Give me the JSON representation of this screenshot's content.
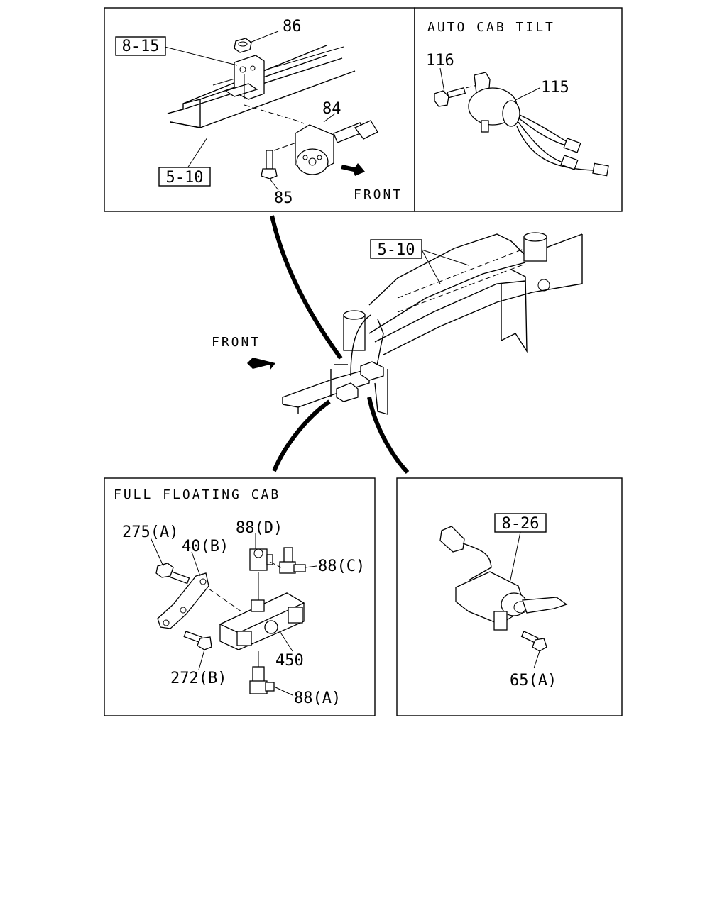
{
  "panels": {
    "top_left": {
      "callouts": {
        "ref_8_15": "8-15",
        "p86": "86",
        "p84": "84",
        "ref_5_10": "5-10",
        "p85": "85"
      },
      "front_label": "FRONT"
    },
    "top_right": {
      "title": "AUTO CAB TILT",
      "callouts": {
        "p116": "116",
        "p115": "115"
      }
    },
    "main": {
      "callouts": {
        "ref_5_10": "5-10"
      },
      "front_label": "FRONT"
    },
    "bottom_left": {
      "title": "FULL FLOATING CAB",
      "callouts": {
        "p275a": "275(A)",
        "p40b": "40(B)",
        "p88d": "88(D)",
        "p88c": "88(C)",
        "p450": "450",
        "p272b": "272(B)",
        "p88a": "88(A)"
      }
    },
    "bottom_right": {
      "callouts": {
        "ref_8_26": "8-26",
        "p65a": "65(A)"
      }
    }
  }
}
